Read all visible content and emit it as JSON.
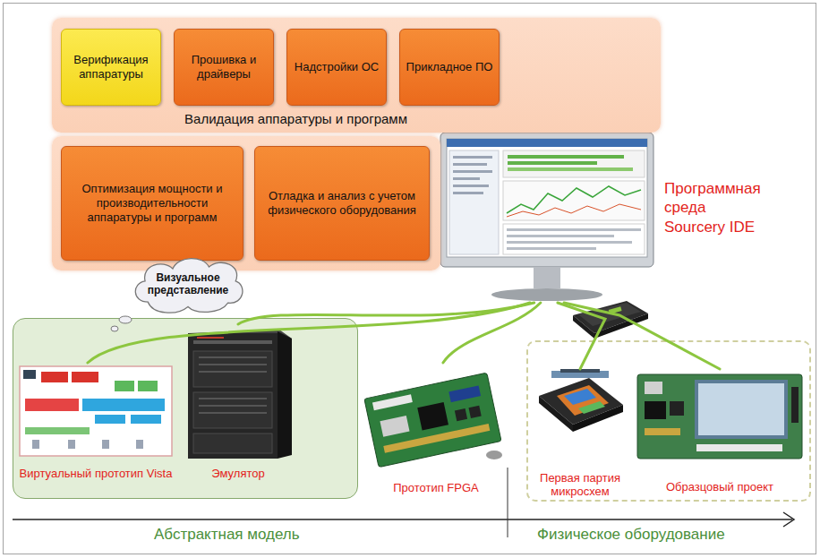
{
  "diagram": {
    "nodes": [
      {
        "text": [
          "Валидация аппаратуры и программ"
        ]
      },
      {
        "text": [
          "Верификация аппаратуры"
        ],
        "in": 0
      },
      {
        "text": [
          "Прошивка и драйверы"
        ],
        "in": 0
      },
      {
        "text": [
          "Надстройки ОС"
        ],
        "in": 0
      },
      {
        "text": [
          "Прикладное ПО"
        ],
        "in": 0
      },
      {
        "text": []
      },
      {
        "text": [
          "Оптимизация мощности и производительности аппаратуры и программ"
        ],
        "in": 5
      },
      {
        "text": [
          "Отладка и анализ с учетом физического оборудования"
        ],
        "in": 5
      },
      {
        "text": [
          "Программная среда Sourcery IDE"
        ]
      },
      {
        "text": [
          "Визуальное представление"
        ]
      },
      {
        "text": []
      },
      {
        "text": [
          "Виртуальный прототип Vista"
        ],
        "in": 10
      },
      {
        "text": [
          "Эмулятор"
        ],
        "in": 10
      },
      {
        "text": [
          "Прототип FPGA"
        ]
      },
      {
        "text": []
      },
      {
        "text": [
          "Первая партия микросхем"
        ],
        "in": 14
      },
      {
        "text": [
          "Образцовый проект"
        ],
        "in": 14
      }
    ],
    "edges": [
      {
        "from": 8,
        "to": 11,
        "arrow": "none"
      },
      {
        "from": 8,
        "to": 12,
        "arrow": "none"
      },
      {
        "from": 8,
        "to": 13,
        "arrow": "none"
      },
      {
        "from": 8,
        "to": 15,
        "arrow": "none"
      },
      {
        "from": 8,
        "to": 16,
        "arrow": "none"
      }
    ],
    "labels": [
      "Абстрактная модель",
      "Физическое оборудование"
    ]
  }
}
